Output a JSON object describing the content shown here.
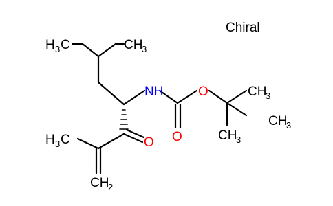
{
  "chiral_label": "Chiral",
  "atoms": {
    "top_left_ch3": {
      "main": "H",
      "sub": "3",
      "tail": "C"
    },
    "top_right_ch3": {
      "main": "CH",
      "sub": "3"
    },
    "nh": "NH",
    "o_carbonyl_carbamate": "O",
    "o_ester": "O",
    "tbu_ch3_top": {
      "main": "CH",
      "sub": "3"
    },
    "tbu_ch3_right": {
      "main": "CH",
      "sub": "3"
    },
    "tbu_ch3_bottom": {
      "main": "CH",
      "sub": "3"
    },
    "ketone_o": "O",
    "left_ch3": {
      "main": "H",
      "sub": "3",
      "tail": "C"
    },
    "ch2": {
      "main": "CH",
      "sub": "2"
    }
  },
  "colors": {
    "bond": "#000000",
    "oxygen": "#ff0000",
    "nitrogen": "#0000ff"
  }
}
